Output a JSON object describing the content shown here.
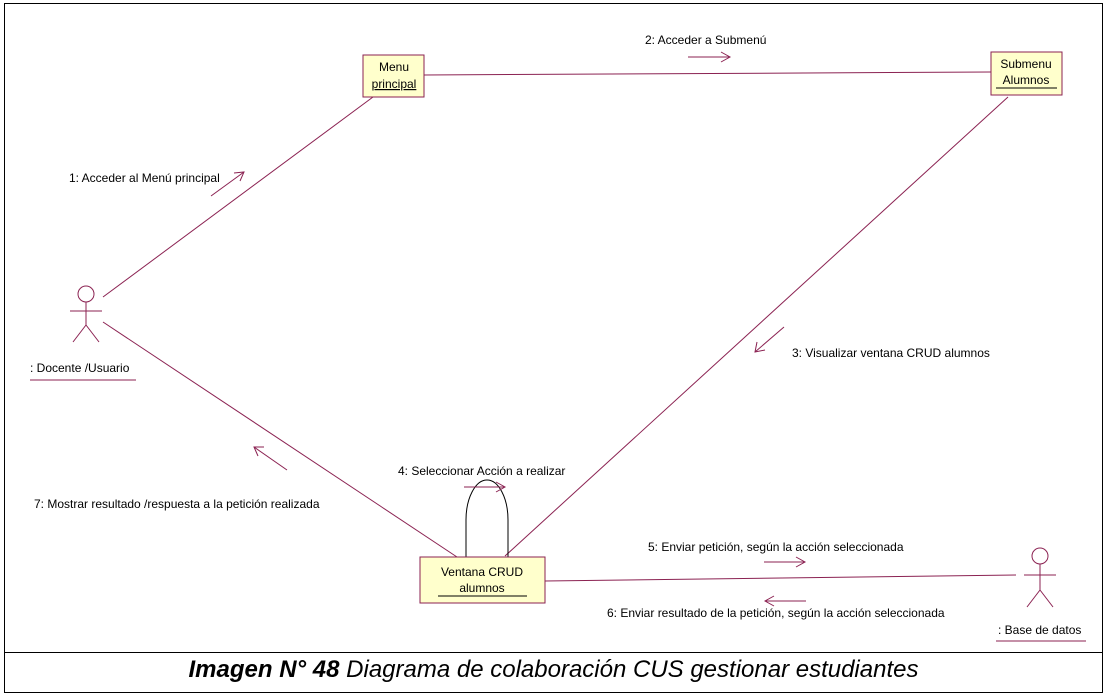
{
  "objects": {
    "menu_principal": {
      "line1": "Menu",
      "line2": "principal"
    },
    "submenu_alumnos": {
      "line1": "Submenu",
      "line2": "Alumnos"
    },
    "ventana_crud": {
      "line1": "Ventana CRUD",
      "line2": "alumnos"
    }
  },
  "actors": {
    "docente": {
      "label": ": Docente /Usuario"
    },
    "base_datos": {
      "label": ": Base de datos"
    }
  },
  "messages": {
    "m1": "1: Acceder al Menú principal",
    "m2": "2: Acceder a Submenú",
    "m3": "3: Visualizar ventana CRUD alumnos",
    "m4": "4: Seleccionar Acción a realizar",
    "m5": "5: Enviar petición, según la acción seleccionada",
    "m6": "6: Enviar resultado de la petición, según la acción seleccionada",
    "m7": "7: Mostrar resultado /respuesta a la petición realizada"
  },
  "caption": {
    "number": "Imagen N° 48",
    "text": "Diagrama de colaboración CUS gestionar estudiantes"
  },
  "colors": {
    "line": "#8b2252",
    "box_fill": "#ffffcc",
    "box_border": "#8b2252"
  }
}
